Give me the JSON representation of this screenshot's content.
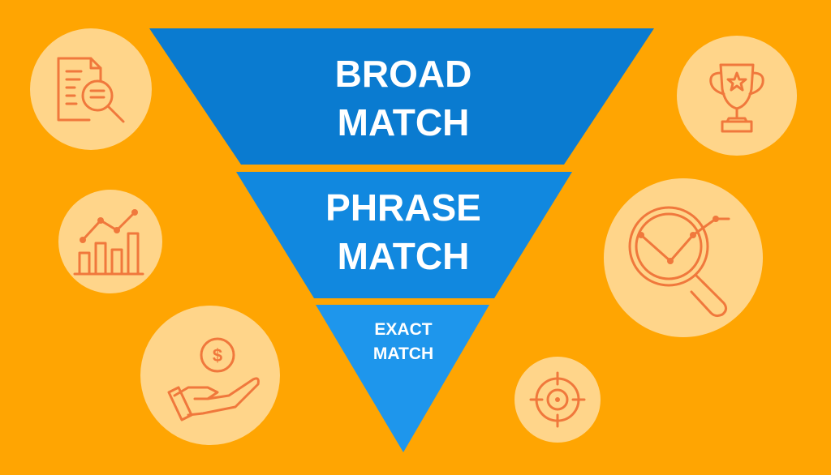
{
  "colors": {
    "background": "#FFA502",
    "funnel_top": "#0A7BD0",
    "funnel_middle": "#1188DF",
    "funnel_bottom": "#1E96EC",
    "icon_circle": "#FFD58A",
    "icon_stroke": "#F0783C",
    "label": "#FFFFFF"
  },
  "funnel": {
    "levels": [
      {
        "line1": "BROAD",
        "line2": "MATCH"
      },
      {
        "line1": "PHRASE",
        "line2": "MATCH"
      },
      {
        "line1": "EXACT",
        "line2": "MATCH"
      }
    ]
  },
  "icons": [
    "document-search-icon",
    "growth-chart-icon",
    "money-hand-icon",
    "trophy-icon",
    "analytics-magnifier-icon",
    "target-icon"
  ]
}
